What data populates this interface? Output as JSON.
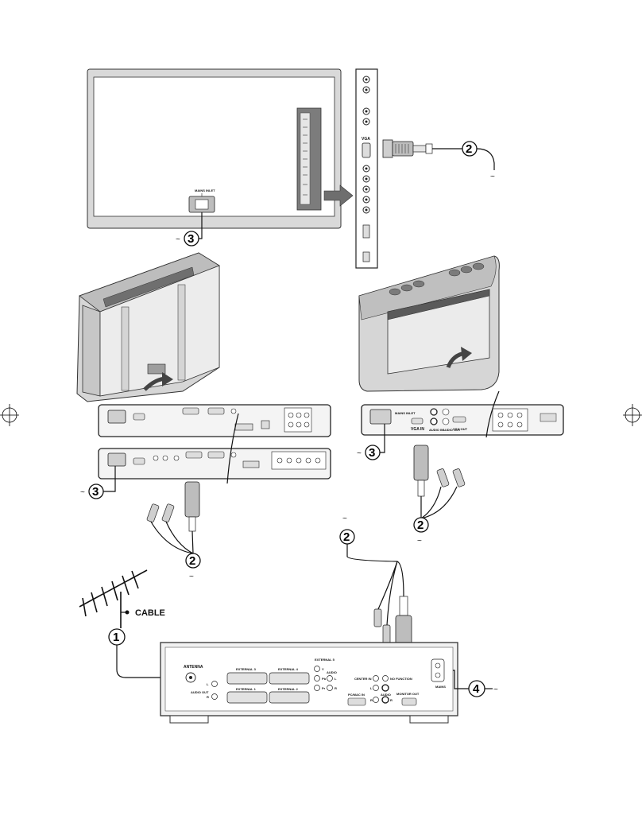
{
  "callouts": {
    "antenna": "1",
    "vga_cable": "2",
    "mains": "3",
    "mains_box": "4"
  },
  "labels": {
    "cable": "CABLE",
    "antenna": "ANTENNA",
    "audio_out": "AUDIO OUT",
    "external_1": "EXTERNAL 1",
    "external_2": "EXTERNAL 2",
    "external_3": "EXTERNAL 3",
    "external_4": "EXTERNAL 4",
    "external_5": "EXTERNAL 5",
    "center_in": "CENTER IN",
    "no_function": "NO FUNCTION",
    "audio": "AUDIO",
    "dvi_mac_in": "PC/MAC IN",
    "monitor_out": "MONITOR OUT",
    "mains": "MAINS",
    "mains_inlet": "MAINS INLET",
    "vga": "VGA",
    "vga_in": "VGA IN",
    "vga_out": "VGA OUT",
    "audio_in": "AUDIO IN",
    "audio_out_small": "AUDIO OUT",
    "l": "L",
    "r": "R",
    "y": "Y",
    "pb": "Pb",
    "pr": "Pr",
    "tilde": "~"
  }
}
